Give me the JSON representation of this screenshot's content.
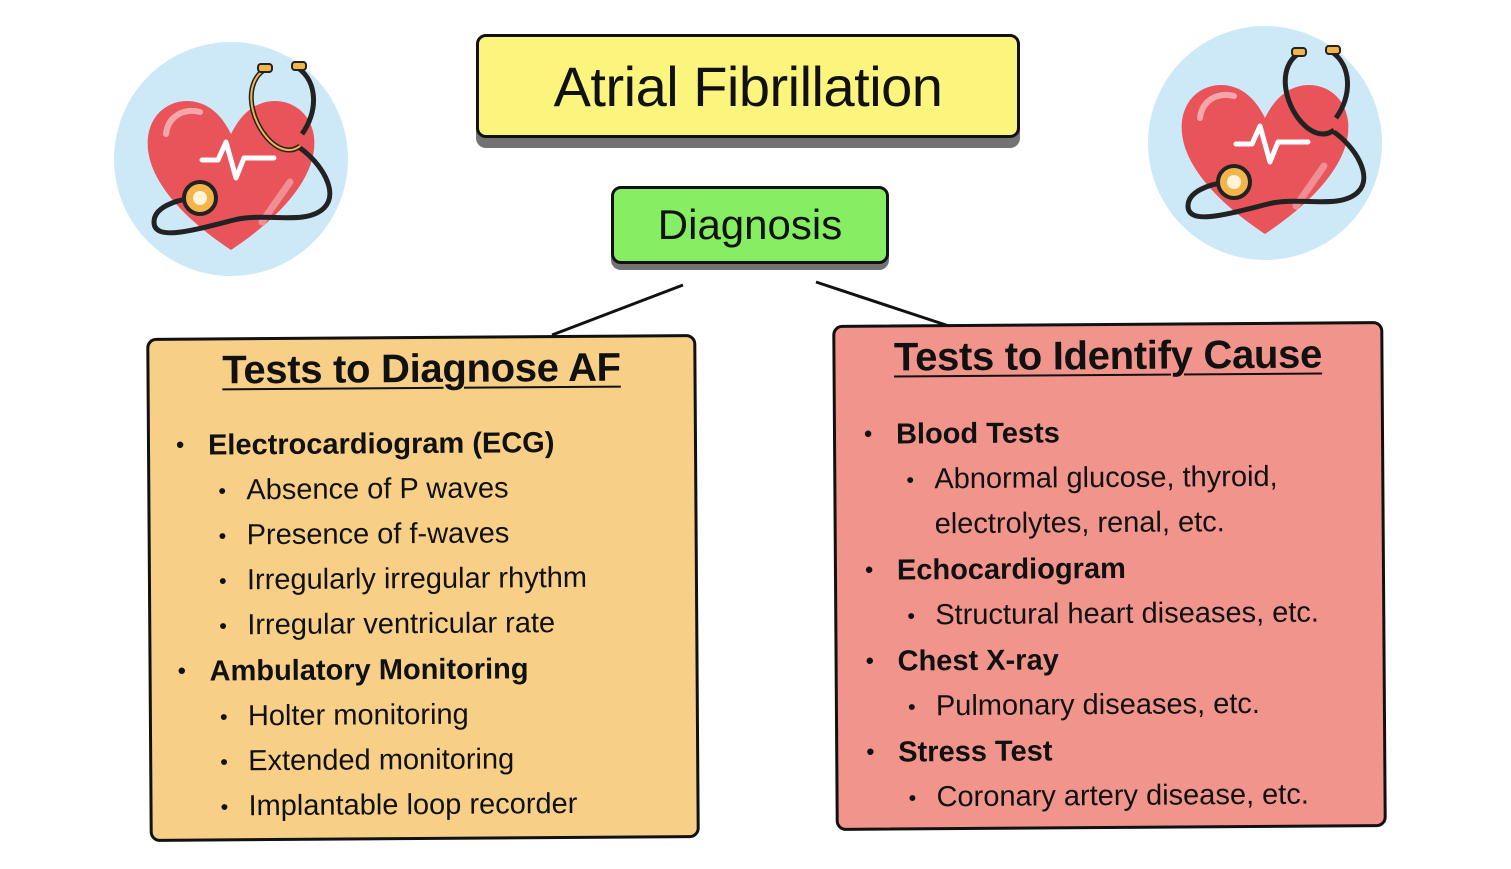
{
  "title": "Atrial Fibrillation",
  "subtitle": "Diagnosis",
  "left_panel": {
    "heading": "Tests to Diagnose AF",
    "groups": [
      {
        "label": "Electrocardiogram (ECG)",
        "items": [
          "Absence of P waves",
          "Presence of f-waves",
          "Irregularly irregular rhythm",
          "Irregular ventricular rate"
        ]
      },
      {
        "label": "Ambulatory Monitoring",
        "items": [
          "Holter monitoring",
          "Extended monitoring",
          "Implantable loop recorder"
        ]
      }
    ]
  },
  "right_panel": {
    "heading": "Tests to Identify Cause",
    "groups": [
      {
        "label": "Blood Tests",
        "items": [
          "Abnormal glucose, thyroid, electrolytes, renal, etc."
        ]
      },
      {
        "label": "Echocardiogram",
        "items": [
          "Structural heart diseases, etc."
        ]
      },
      {
        "label": "Chest X-ray",
        "items": [
          "Pulmonary diseases, etc."
        ]
      },
      {
        "label": "Stress Test",
        "items": [
          "Coronary artery disease, etc."
        ]
      }
    ]
  },
  "icons": {
    "left": "heart-stethoscope-icon",
    "right": "heart-stethoscope-icon"
  },
  "colors": {
    "title_bg": "#fbf57d",
    "subtitle_bg": "#86ee62",
    "left_panel_bg": "#f7cf86",
    "right_panel_bg": "#f0948c",
    "icon_circle": "#cde9f8",
    "heart": "#e8545a"
  }
}
